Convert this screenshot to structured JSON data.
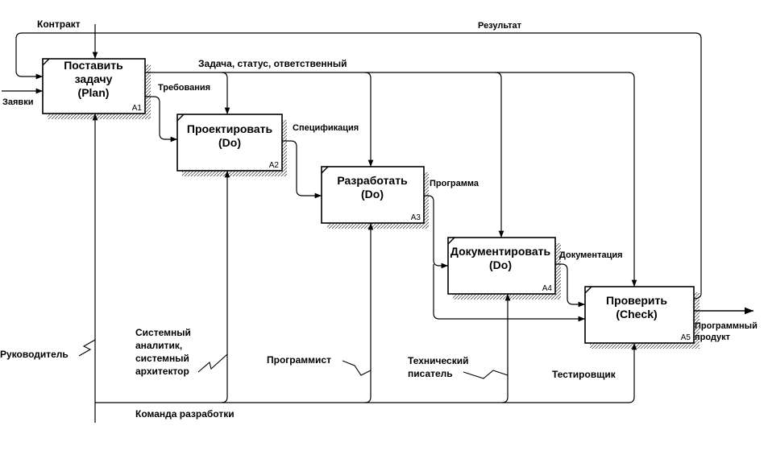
{
  "boxes": [
    {
      "id": "a1",
      "title_line1": "Поставить",
      "title_line2": "задачу",
      "title_line3": "(Plan)",
      "number": "A1"
    },
    {
      "id": "a2",
      "title_line1": "Проектировать",
      "title_line2": "(Do)",
      "number": "A2"
    },
    {
      "id": "a3",
      "title_line1": "Разработать",
      "title_line2": "(Do)",
      "number": "A3"
    },
    {
      "id": "a4",
      "title_line1": "Документировать",
      "title_line2": "(Do)",
      "number": "A4"
    },
    {
      "id": "a5",
      "title_line1": "Проверить",
      "title_line2": "(Check)",
      "number": "A5"
    }
  ],
  "labels": {
    "contract": "Контракт",
    "result": "Результат",
    "requests": "Заявки",
    "task_status": "Задача, статус, ответственный",
    "requirements": "Требования",
    "specification": "Спецификация",
    "program": "Программа",
    "documentation": "Документация",
    "product_line1": "Программный",
    "product_line2": "продукт",
    "manager": "Руководитель",
    "analyst_line1": "Системный",
    "analyst_line2": "аналитик,",
    "analyst_line3": "системный",
    "analyst_line4": "архитектор",
    "programmer": "Программист",
    "writer_line1": "Технический",
    "writer_line2": "писатель",
    "tester": "Тестировщик",
    "team": "Команда разработки"
  }
}
